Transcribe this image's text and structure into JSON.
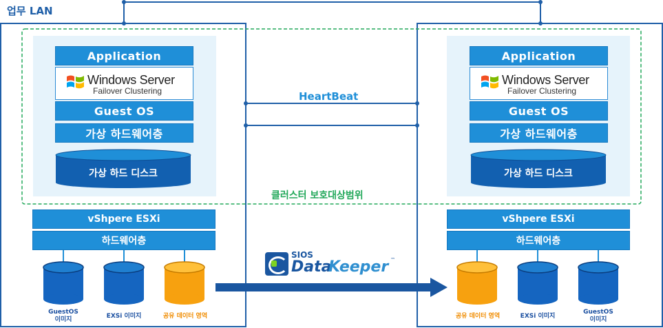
{
  "network": {
    "lan_label": "업무 LAN",
    "heartbeat_label": "HeartBeat",
    "cluster_scope_label": "클러스터 보호대상범위"
  },
  "nodes": [
    {
      "stack": {
        "application": "Application",
        "windows_server_name": "Windows Server",
        "windows_server_sub": "Failover Clustering",
        "guest_os": "Guest OS",
        "virtual_hw": "가상 하드웨어층",
        "virtual_disk": "가상 하드 디스크"
      },
      "host": {
        "esxi": "vShpere ESXi",
        "hardware": "하드웨어층"
      },
      "disks": [
        {
          "label_line1": "GuestOS",
          "label_line2": "이미지",
          "color": "#1565c0"
        },
        {
          "label_line1": "EXSi 이미지",
          "label_line2": "",
          "color": "#1565c0"
        },
        {
          "label_line1": "공유 데이터 영역",
          "label_line2": "",
          "color": "#f7a10f"
        }
      ]
    },
    {
      "stack": {
        "application": "Application",
        "windows_server_name": "Windows Server",
        "windows_server_sub": "Failover Clustering",
        "guest_os": "Guest OS",
        "virtual_hw": "가상 하드웨어층",
        "virtual_disk": "가상 하드 디스크"
      },
      "host": {
        "esxi": "vShpere ESXi",
        "hardware": "하드웨어층"
      },
      "disks": [
        {
          "label_line1": "공유 데이터 영역",
          "label_line2": "",
          "color": "#f7a10f"
        },
        {
          "label_line1": "EXSi 이미지",
          "label_line2": "",
          "color": "#1565c0"
        },
        {
          "label_line1": "GuestOS",
          "label_line2": "이미지",
          "color": "#1565c0"
        }
      ]
    }
  ],
  "replication": {
    "brand_top": "SIOS",
    "brand_data": "Data",
    "brand_keeper": "Keeper",
    "brand_tm": "™"
  },
  "colors": {
    "accent_blue": "#1f8fd8",
    "line_blue": "#1f5fa8",
    "cluster_green": "#22a85a",
    "orange_disk": "#f7a10f",
    "dark_disk": "#1565c0"
  }
}
